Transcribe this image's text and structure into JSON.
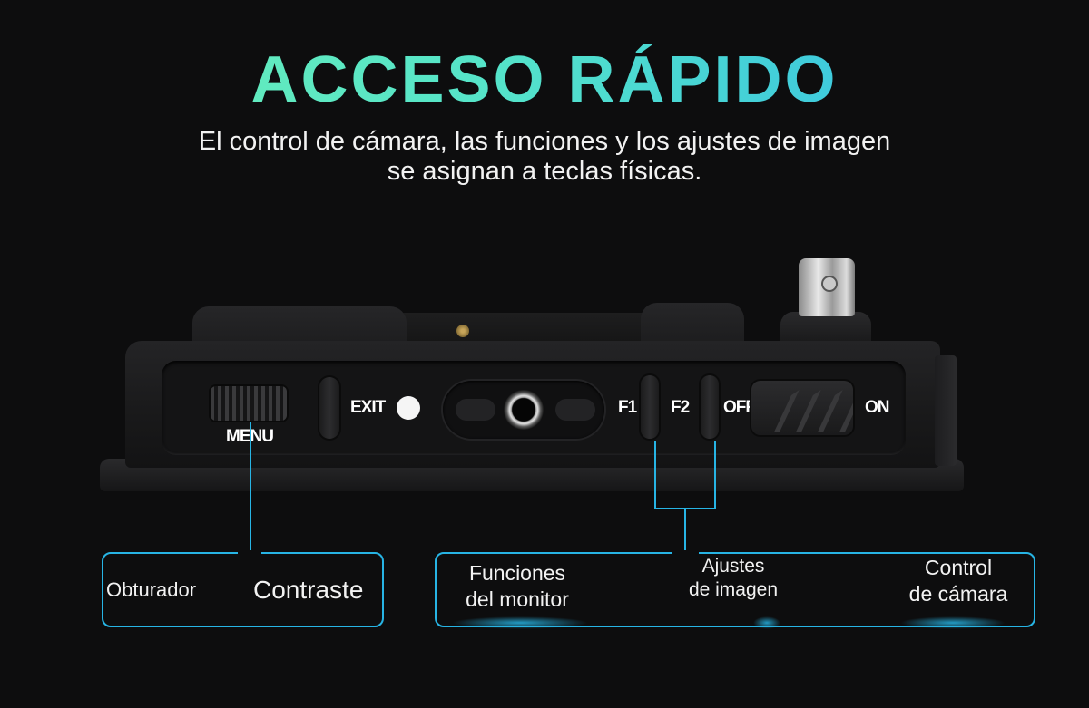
{
  "header": {
    "title": "ACCESO RÁPIDO",
    "subtitle_lines": [
      "El control de cámara, las funciones y los ajustes de imagen",
      "se asignan a teclas físicas."
    ]
  },
  "device": {
    "labels": {
      "menu": "MENU",
      "exit": "EXIT",
      "f1": "F1",
      "f2": "F2",
      "off": "OFF",
      "on": "ON"
    }
  },
  "callouts": {
    "left_box": {
      "item_1": "Obturador",
      "item_2": "Contraste"
    },
    "right_box": {
      "item_1_lines": [
        "Funciones",
        "del monitor"
      ],
      "item_2_lines": [
        "Ajustes",
        "de imagen"
      ],
      "item_3_lines": [
        "Control",
        "de cámara"
      ]
    }
  },
  "colors": {
    "accent": "#27b4e4",
    "title_gradient_start": "#6df0b4",
    "title_gradient_end": "#2fb8ea",
    "background": "#0d0d0e"
  }
}
